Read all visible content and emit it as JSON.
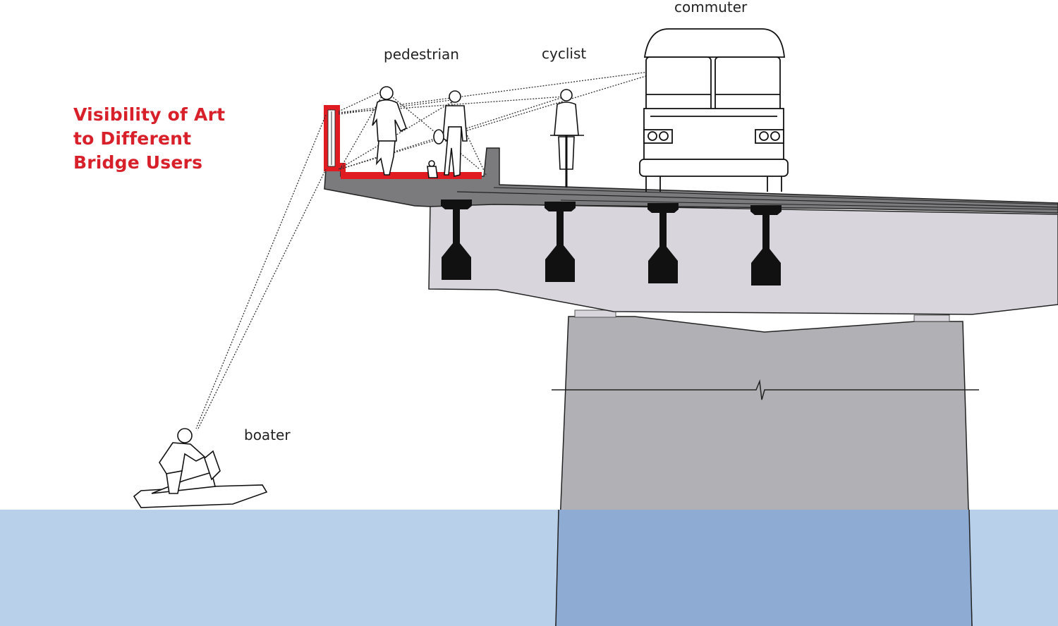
{
  "title": {
    "lines": [
      "Visibility of Art",
      "to Different",
      "Bridge Users"
    ]
  },
  "labels": {
    "commuter": "commuter",
    "pedestrian": "pedestrian",
    "cyclist": "cyclist",
    "boater": "boater"
  },
  "colors": {
    "title": "#d8202a",
    "art_highlight": "#e01b22",
    "deck": "#7b7a7c",
    "girder": "#111111",
    "beam_face": "#d8d6dc",
    "pier": "#b1b0b4",
    "water": "#b8d0ea",
    "water_over_pier": "#8eabd4"
  }
}
